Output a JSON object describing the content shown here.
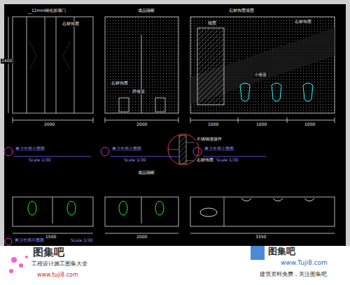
{
  "diagram": {
    "labels": [
      "12mm钢化玻璃门",
      "石材饰面",
      "2400",
      "2000",
      "成品隔断",
      "石材饰面",
      "蹲便器",
      "2000",
      "石材饰面墙面",
      "镜面",
      "石材饰面",
      "小便器",
      "1000",
      "1000",
      "1000",
      "男卫生间立面图",
      "Scale 1/30",
      "男卫生间立面图",
      "Scale 1/30",
      "男卫生间立面图",
      "Scale 1/30",
      "不锈钢连接件",
      "石材饰面",
      "成品隔断",
      "男卫生间平面图",
      "Scale 1/30",
      "1500",
      "2000",
      "3350",
      "图集吧",
      "工程设计施工图集大全",
      "www.tuji8.com",
      "图集吧",
      "www.Tuji8.com",
      "建筑资料免费，关注图集吧"
    ]
  }
}
